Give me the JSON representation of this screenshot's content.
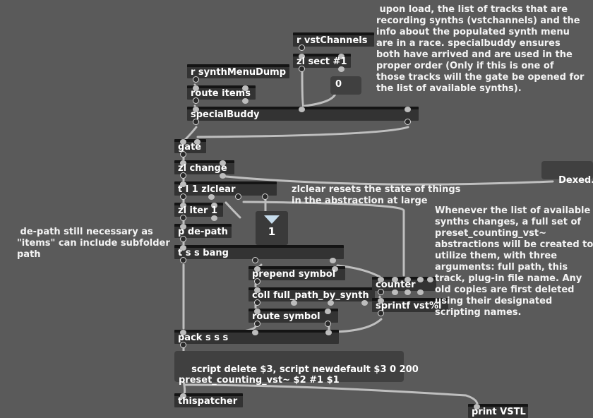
{
  "objects": {
    "r_vstchannels": "r vstChannels",
    "zl_sect": "zl sect #1",
    "r_synthmenudump": "r synthMenuDump",
    "route_items": "route items",
    "specialbuddy": "specialBuddy",
    "gate": "gate",
    "zl_change": "zl change",
    "t_l_1_zlclear": "t l 1 zlclear",
    "zl_iter": "zl iter 1",
    "p_depath": "p de-path",
    "t_s_s_bang": "t s s bang",
    "prepend_symbol": "prepend symbol",
    "coll": "coll full_path_by_synth",
    "route_symbol": "route symbol",
    "counter": "counter",
    "sprintf": "sprintf vst%i",
    "pack": "pack s s s",
    "thispatcher": "thispatcher",
    "print_vstl": "print VSTL"
  },
  "messages": {
    "zero_box": "0",
    "dexed": "Dexed.dll",
    "script": "script delete $3, script newdefault $3 0 200\npreset_counting_vst~ $2 #1 $1"
  },
  "bang_value": "1",
  "comments": {
    "upon_load": " upon load, the list of tracks that are\nrecording synths (vstchannels) and the\ninfo about the populated synth menu\nare in a race. specialbuddy ensures\nboth have arrived and are used in the\nproper order (Only if this is one of\nthose tracks will the gate be opened for\nthe list of available synths).",
    "zlclear": "zlclear resets the state of things\nin the abstraction at large",
    "depath": " de-path still necessary as\n\"items\" can include subfolder\npath",
    "whenever": "Whenever the list of available\nsynths changes, a full set of\npreset_counting_vst~\nabstractions will be created to\nutilize them, with three\narguments: full path, this\ntrack, plug-in file name. Any\nold copies are first deleted\nusing their designated\nscripting names."
  },
  "colors": {
    "background": "#5a5a5a",
    "object": "#333333",
    "cable": "#bfbfbf",
    "bang_triangle": "#c6dcec"
  }
}
